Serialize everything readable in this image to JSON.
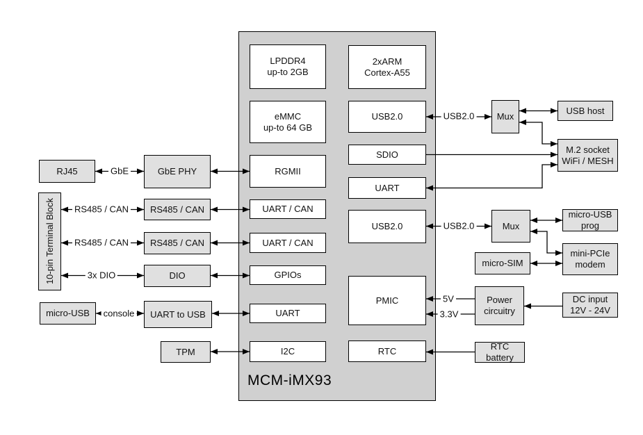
{
  "module": {
    "name": "MCM-iMX93",
    "blocks": {
      "lpddr4": [
        "LPDDR4",
        "up-to 2GB"
      ],
      "emmc": [
        "eMMC",
        "up-to 64 GB"
      ],
      "rgmii": [
        "RGMII"
      ],
      "uart_can_1": [
        "UART / CAN"
      ],
      "uart_can_2": [
        "UART / CAN"
      ],
      "gpios": [
        "GPIOs"
      ],
      "uart_dbg": [
        "UART"
      ],
      "i2c": [
        "I2C"
      ],
      "arm": [
        "2xARM",
        "Cortex-A55"
      ],
      "usb20_a": [
        "USB2.0"
      ],
      "sdio": [
        "SDIO"
      ],
      "uart_m2": [
        "UART"
      ],
      "usb20_b": [
        "USB2.0"
      ],
      "pmic": [
        "PMIC"
      ],
      "rtc": [
        "RTC"
      ]
    }
  },
  "peripherals": {
    "rj45": [
      "RJ45"
    ],
    "gbe_phy": [
      "GbE PHY"
    ],
    "terminal_block": [
      "10-pin Terminal Block"
    ],
    "rs485_can_1": [
      "RS485 / CAN"
    ],
    "rs485_can_2": [
      "RS485 / CAN"
    ],
    "dio": [
      "DIO"
    ],
    "micro_usb": [
      "micro-USB"
    ],
    "uart_to_usb": [
      "UART to USB"
    ],
    "tpm": [
      "TPM"
    ],
    "mux_1": [
      "Mux"
    ],
    "usb_host": [
      "USB host"
    ],
    "m2_socket": [
      "M.2 socket",
      "WiFi / MESH"
    ],
    "mux_2": [
      "Mux"
    ],
    "micro_usb_prog": [
      "micro-USB",
      "prog"
    ],
    "mini_pcie_modem": [
      "mini-PCIe",
      "modem"
    ],
    "micro_sim": [
      "micro-SIM"
    ],
    "power_circuitry": [
      "Power",
      "circuitry"
    ],
    "dc_input": [
      "DC input",
      "12V - 24V"
    ],
    "rtc_battery": [
      "RTC",
      "battery"
    ]
  },
  "line_labels": {
    "gbe": "GbE",
    "rs485_can_top": "RS485 / CAN",
    "rs485_can_bottom": "RS485 / CAN",
    "dio_3x": "3x DIO",
    "console": "console",
    "usb20_top": "USB2.0",
    "usb20_bottom": "USB2.0",
    "v5": "5V",
    "v33": "3.3V"
  },
  "colors": {
    "module_fill": "#d0d0d0",
    "peripheral_fill": "#e0e0e0",
    "block_fill": "#ffffff",
    "line": "#000000"
  }
}
